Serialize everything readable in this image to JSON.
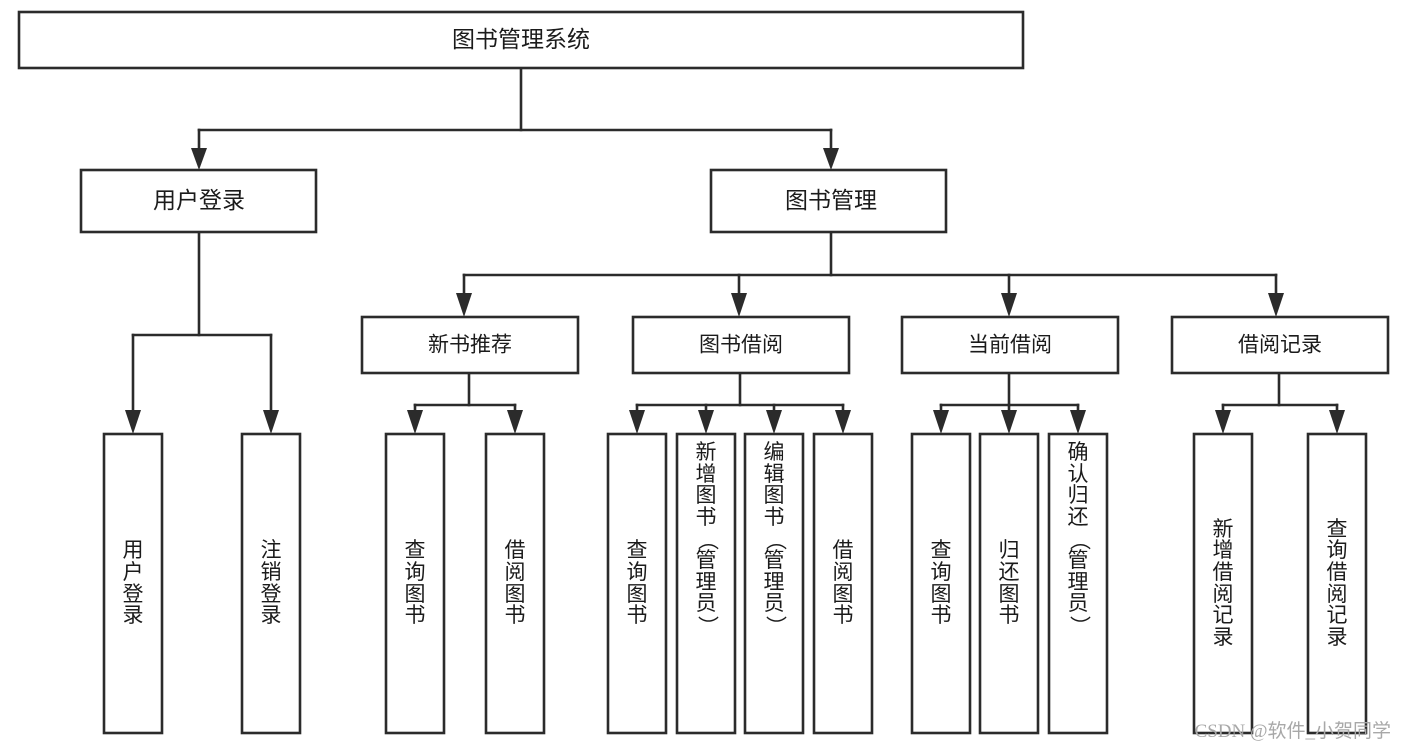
{
  "diagram": {
    "title": "图书管理系统",
    "watermark": "CSDN @软件_小贺同学",
    "colors": {
      "background": "#ffffff",
      "stroke": "#2b2b2b",
      "text": "#1b1b1b",
      "watermark": "#a8a8a8"
    },
    "levels": {
      "root": {
        "label": "图书管理系统"
      },
      "level2": [
        {
          "label": "用户登录"
        },
        {
          "label": "图书管理"
        }
      ],
      "level3": [
        {
          "label": "新书推荐"
        },
        {
          "label": "图书借阅"
        },
        {
          "label": "当前借阅"
        },
        {
          "label": "借阅记录"
        }
      ],
      "leaves": [
        {
          "label": "用户登录",
          "parent": "用户登录"
        },
        {
          "label": "注销登录",
          "parent": "用户登录"
        },
        {
          "label": "查询图书",
          "parent": "新书推荐"
        },
        {
          "label": "借阅图书",
          "parent": "新书推荐"
        },
        {
          "label": "查询图书",
          "parent": "图书借阅"
        },
        {
          "label": "新增图书（管理员）",
          "parent": "图书借阅"
        },
        {
          "label": "编辑图书（管理员）",
          "parent": "图书借阅"
        },
        {
          "label": "借阅图书",
          "parent": "图书借阅"
        },
        {
          "label": "查询图书",
          "parent": "当前借阅"
        },
        {
          "label": "归还图书",
          "parent": "当前借阅"
        },
        {
          "label": "确认归还（管理员）",
          "parent": "当前借阅"
        },
        {
          "label": "新增借阅记录",
          "parent": "借阅记录"
        },
        {
          "label": "查询借阅记录",
          "parent": "借阅记录"
        }
      ]
    }
  }
}
